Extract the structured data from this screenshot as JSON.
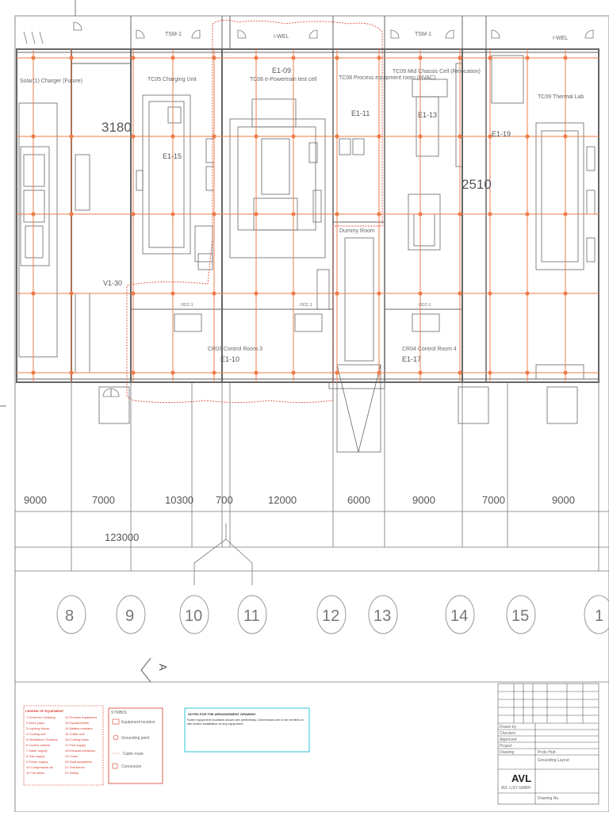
{
  "colors": {
    "grid": "#ee7d4a",
    "red": "#d43a2a",
    "line": "#555555",
    "cyan": "#2bc5d6"
  },
  "top_labels": {
    "tsm1_a": "TSM-1",
    "iwel_a": "I-WEL",
    "tsm1_b": "TSM-1",
    "iwel_b": "I-WEL"
  },
  "rooms": [
    {
      "id": "",
      "name": "Solar(1) Charger (Future)"
    },
    {
      "id": "E1-15",
      "name": "TC05 Charging Unit"
    },
    {
      "id": "E1-09",
      "name": "TC06 e-Powertrain test cell"
    },
    {
      "id": "E1-11",
      "name": "TC08 Process equipment room (HVAC)"
    },
    {
      "id": "E1-13",
      "name": "TC09 Mid Chassis Cell (Relocation)"
    },
    {
      "id": "E1-19",
      "name": "TC09 Thermal Lab"
    },
    {
      "id": "E1-10",
      "name": "CR03 Control Room 3"
    },
    {
      "id": "E1-17",
      "name": "CR04 Control Room 4"
    },
    {
      "id": "",
      "name": "Dummy Room"
    }
  ],
  "callouts": {
    "d3180": "3180",
    "d2510": "2510",
    "v130": "V1-30",
    "occ1a": "OCC-1",
    "occ1b": "OCC-1",
    "occ1c": "OCC-1"
  },
  "dims": [
    "9000",
    "7000",
    "10300",
    "700",
    "12000",
    "6000",
    "9000",
    "7000",
    "9000"
  ],
  "dim_total": "123000",
  "axes": [
    "8",
    "9",
    "10",
    "11",
    "12",
    "13",
    "14",
    "15",
    "1"
  ],
  "section_mark": "A",
  "legend": {
    "heading": "LEGEND OF EQUIPMENT",
    "items_left": [
      "1 Room for Cleaning",
      "2 Work place",
      "3 Lighting fixture",
      "4 Cooling unit",
      "5 Ventilation / Exhaust",
      "6 Control cabinet",
      "7 Water supply",
      "8 Gas supply",
      "9 Power supply",
      "10 Compressed air",
      "11 Fire alarm"
    ],
    "items_right": [
      "12 Process equipment",
      "13 Dynamometer",
      "14 Battery emulator",
      "15 Chiller unit",
      "16 Cooling tower",
      "17 Fuel supply",
      "18 Exhaust extraction",
      "19 Crane",
      "20 Data acquisition",
      "21 Test bench",
      "22 Safety"
    ]
  },
  "symbols": {
    "heading": "SYMBOL",
    "a": "Equipment location",
    "b": "Grounding point",
    "c": "Cable route",
    "d": "Connection"
  },
  "note": {
    "title": "NOTES FOR THE ARRANGEMENT DRAWING",
    "body": "Some equipment locations shown are preliminary. Dimensions are to be verified on site before installation of any equipment."
  },
  "title_block": {
    "company": "AVL",
    "company_sub": "AVL LIST GMBH",
    "drawing_title": "Grounding Layout",
    "project": "Proto Hub",
    "row_labels": [
      "Drawn by",
      "Checked",
      "Approved",
      "Project",
      "Drawing"
    ],
    "footer": "Drawing No."
  }
}
